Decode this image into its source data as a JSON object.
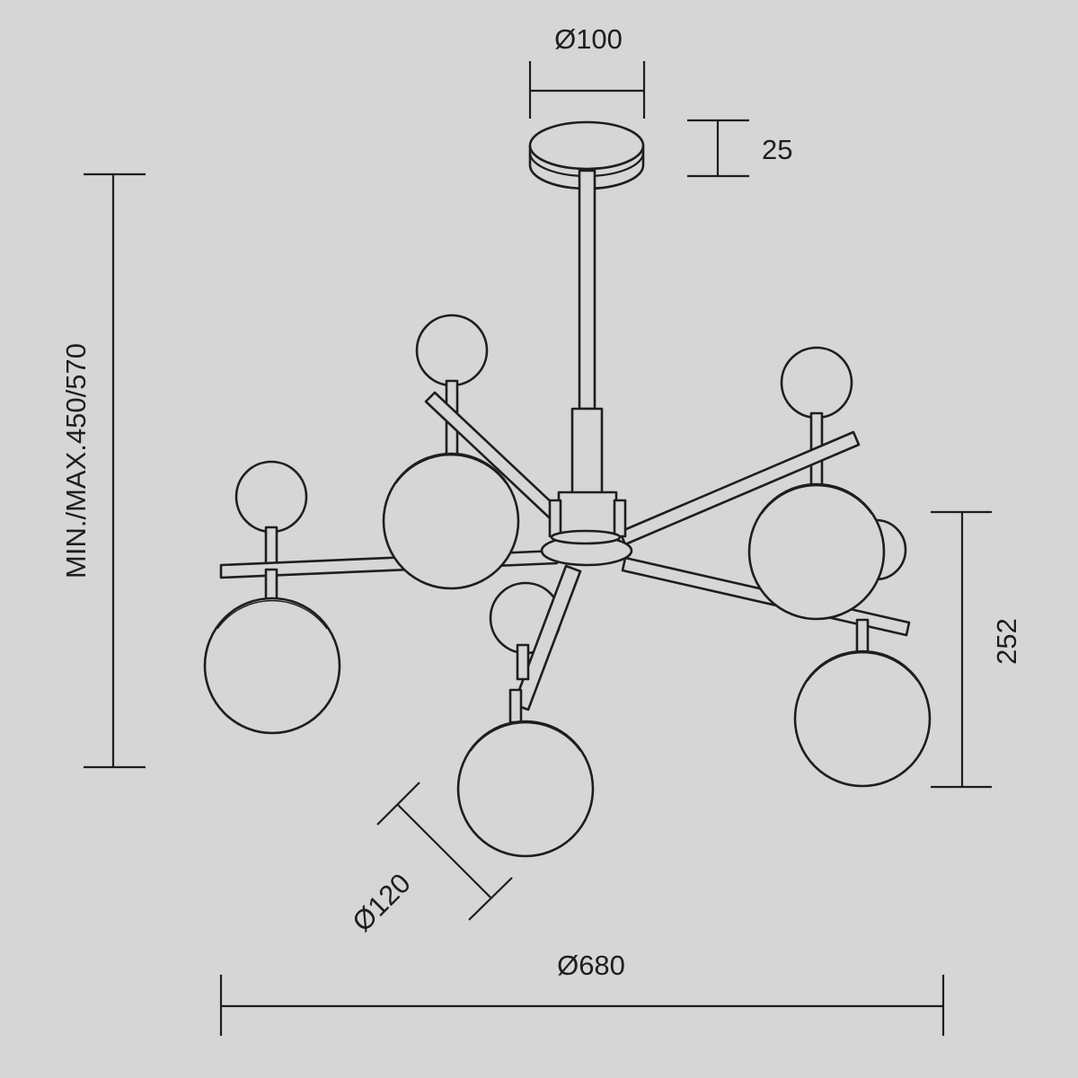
{
  "dimensions": {
    "canopy_diameter": "Ø100",
    "canopy_height": "25",
    "overall_height": "MIN./MAX.450/570",
    "drop_height": "252",
    "globe_diameter": "Ø120",
    "overall_diameter": "Ø680"
  }
}
